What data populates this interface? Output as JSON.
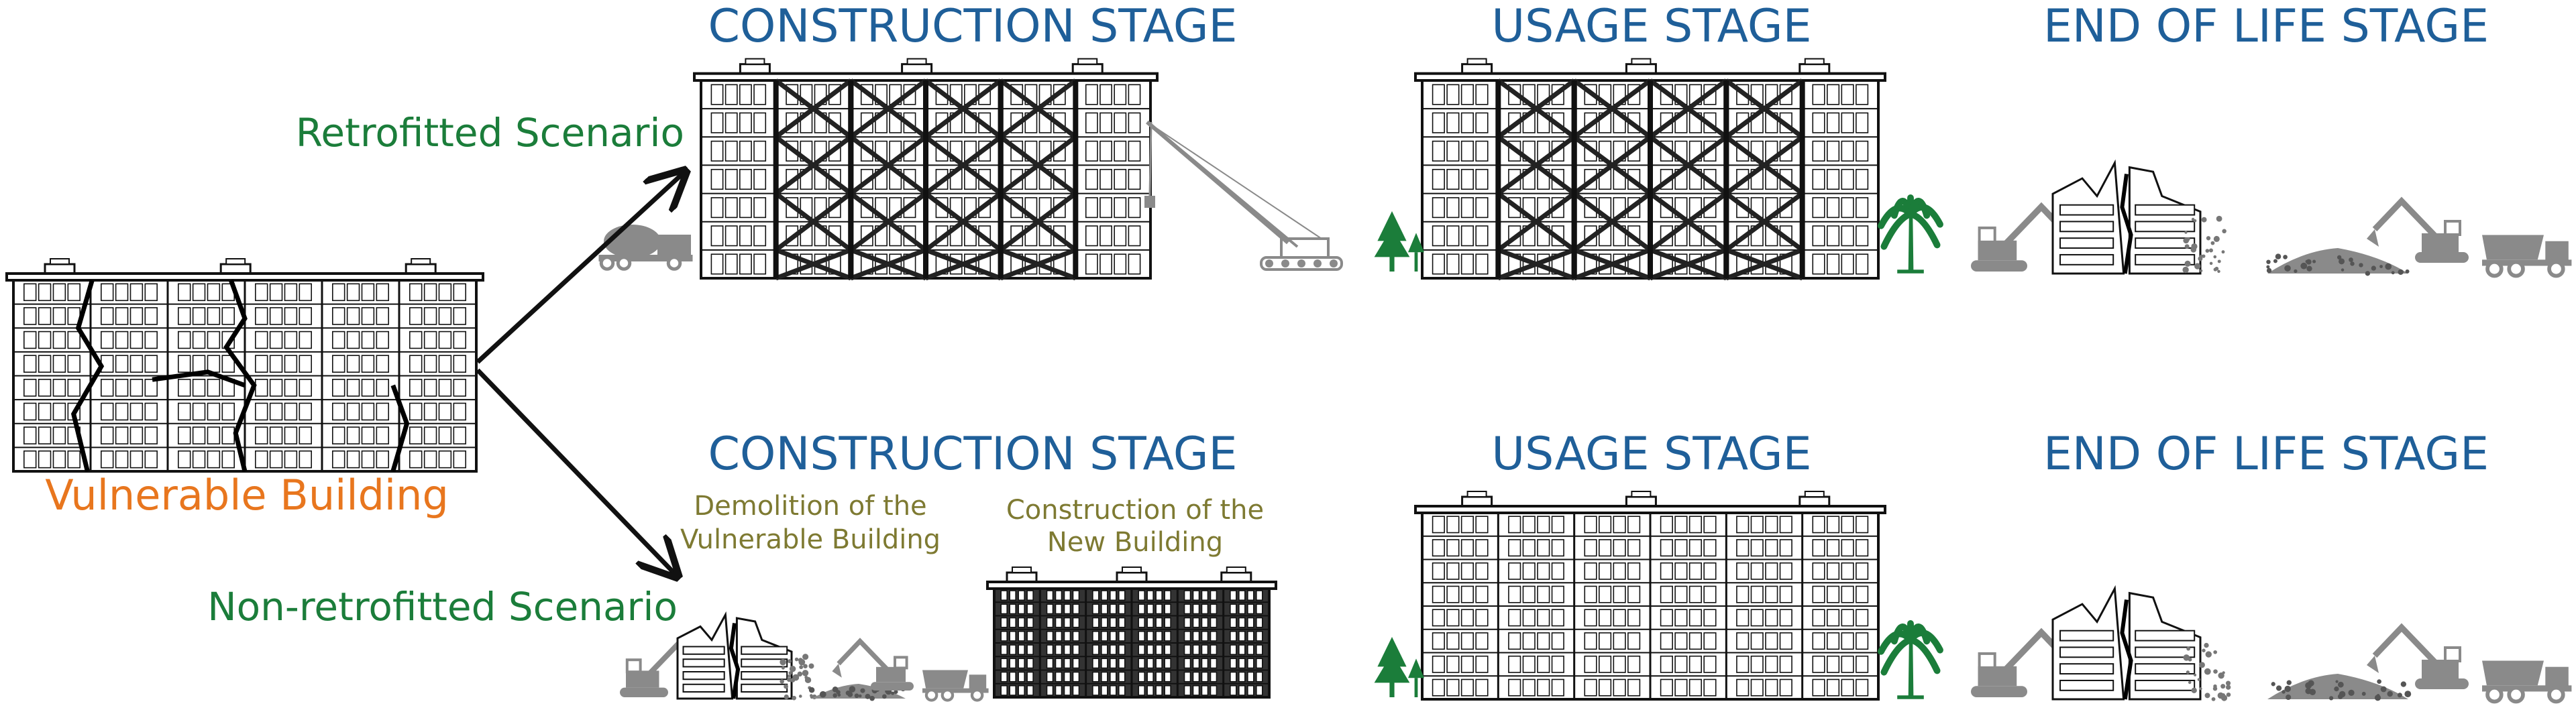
{
  "colors": {
    "stage_title": "#1F5F99",
    "scenario": "#1B7D3A",
    "vulnerable": "#E8761E",
    "sub_label": "#7E7A32",
    "line": "#111111",
    "machine": "#8A8A8A",
    "tree": "#1B7D3A"
  },
  "labels": {
    "vulnerable_building": "Vulnerable Building",
    "retrofitted_scenario": "Retrofitted Scenario",
    "non_retrofitted_scenario": "Non-retrofitted Scenario",
    "top_construction": "CONSTRUCTION STAGE",
    "top_usage": "USAGE STAGE",
    "top_end_of_life": "END OF LIFE STAGE",
    "bottom_construction": "CONSTRUCTION STAGE",
    "bottom_usage": "USAGE STAGE",
    "bottom_end_of_life": "END OF LIFE STAGE",
    "demolition_line1": "Demolition of the",
    "demolition_line2": "Vulnerable Building",
    "construction_line1": "Construction of the",
    "construction_line2": "New Building"
  },
  "icons": [
    "cracked-building-icon",
    "retrofitted-building-icon",
    "new-building-icon",
    "concrete-mixer-truck-icon",
    "crawler-crane-icon",
    "tree-icon",
    "palm-tree-icon",
    "excavator-icon",
    "dump-truck-icon",
    "rubble-pile-icon",
    "demolished-building-icon",
    "arrow-icon"
  ]
}
